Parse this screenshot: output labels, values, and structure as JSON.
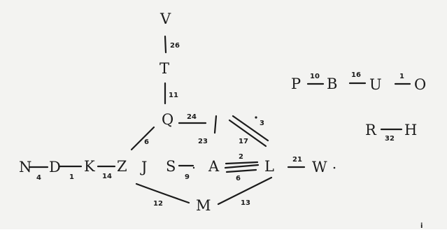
{
  "graph": {
    "nodes": {
      "V": "V",
      "T": "T",
      "Q": "Q",
      "N": "N",
      "D": "D",
      "K": "K",
      "Z": "Z",
      "J": "J",
      "S": "S",
      "A": "A",
      "L": "L",
      "W": "W",
      "M": "M",
      "P": "P",
      "B": "B",
      "U": "U",
      "O": "O",
      "R": "R",
      "H": "H"
    },
    "weights": {
      "V_T": "26",
      "T_Q": "11",
      "Q_I": "24",
      "I_A": "23",
      "Q_J": "6",
      "N_D": "4",
      "D_K": "1",
      "K_Z": "14",
      "S_A": "9",
      "A_L_top": "2",
      "A_L_bottom": "6",
      "L_W": "21",
      "I_L": "3",
      "I_L2": "17",
      "J_M": "12",
      "M_L": "13",
      "P_B": "10",
      "B_U": "16",
      "U_O": "1",
      "R_H": "32"
    },
    "marks": {
      "slash": "I",
      "footnote": "i"
    }
  }
}
